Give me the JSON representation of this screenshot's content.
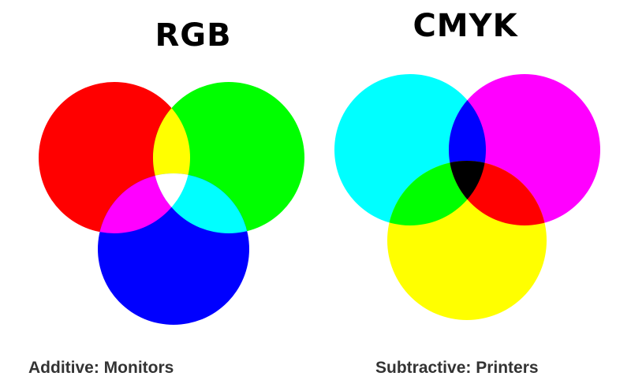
{
  "rgb": {
    "title": "RGB",
    "caption": "Additive: Monitors",
    "colors": {
      "red": "#ff0000",
      "green": "#00ff00",
      "blue": "#0000ff",
      "yellow": "#ffff00",
      "magenta": "#ff00ff",
      "cyan": "#00ffff",
      "white": "#ffffff"
    }
  },
  "cmyk": {
    "title": "CMYK",
    "caption": "Subtractive: Printers",
    "colors": {
      "cyan": "#00ffff",
      "magenta": "#ff00ff",
      "yellow": "#ffff00",
      "blue": "#0000ff",
      "green": "#00ff00",
      "red": "#ff0000",
      "black": "#000000"
    }
  }
}
